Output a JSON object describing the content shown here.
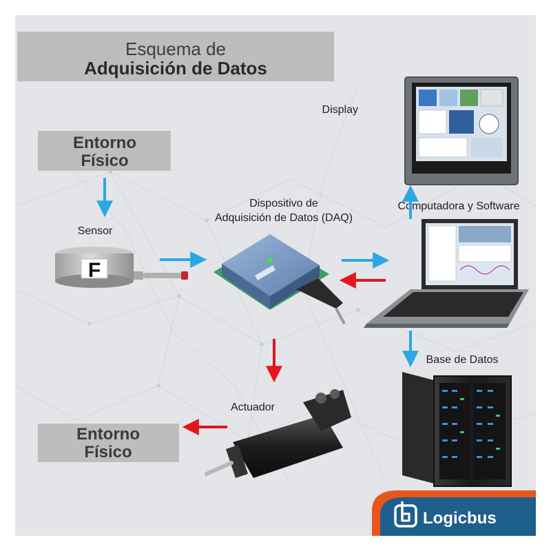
{
  "header": {
    "title_line1": "Esquema de",
    "title_line2": "Adquisición de Datos"
  },
  "nodes": {
    "environment_top": {
      "line1": "Entorno",
      "line2": "Físico"
    },
    "environment_bottom": {
      "line1": "Entorno",
      "line2": "Físico"
    },
    "sensor": {
      "label": "Sensor",
      "badge": "F"
    },
    "daq": {
      "line1": "Dispositivo de",
      "line2": "Adquisición de Datos (DAQ)"
    },
    "display": {
      "label": "Display"
    },
    "computer": {
      "label": "Computadora y Software"
    },
    "database": {
      "label": "Base de Datos"
    },
    "actuator": {
      "label": "Actuador"
    }
  },
  "brand": {
    "name": "Logicbus"
  },
  "colors": {
    "background": "#e3e5e8",
    "label_box": "#bdbdbd",
    "arrow_blue": "#2ba7e3",
    "arrow_red": "#e3161d",
    "brand_blue": "#1f5f8b",
    "brand_orange": "#e8561c"
  }
}
